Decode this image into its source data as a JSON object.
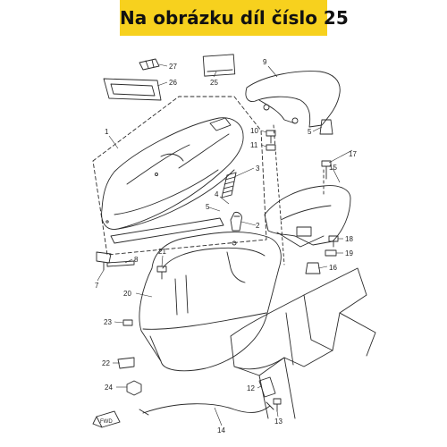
{
  "header": {
    "title": "Na obrázku díl číslo 25",
    "background": "#f7d11e"
  },
  "parts": {
    "p1": "1",
    "p2": "2",
    "p3": "3",
    "p4": "4",
    "p5": "5",
    "p5b": "5",
    "p7": "7",
    "p8": "8",
    "p9": "9",
    "p10": "10",
    "p11": "11",
    "p12": "12",
    "p13": "13",
    "p14": "14",
    "p15": "15",
    "p16": "16",
    "p17": "17",
    "p18": "18",
    "p19": "19",
    "p20": "20",
    "p21": "21",
    "p22": "22",
    "p23": "23",
    "p24": "24",
    "p25": "25",
    "p26": "26",
    "p27": "27"
  },
  "direction_marker": "FWD"
}
